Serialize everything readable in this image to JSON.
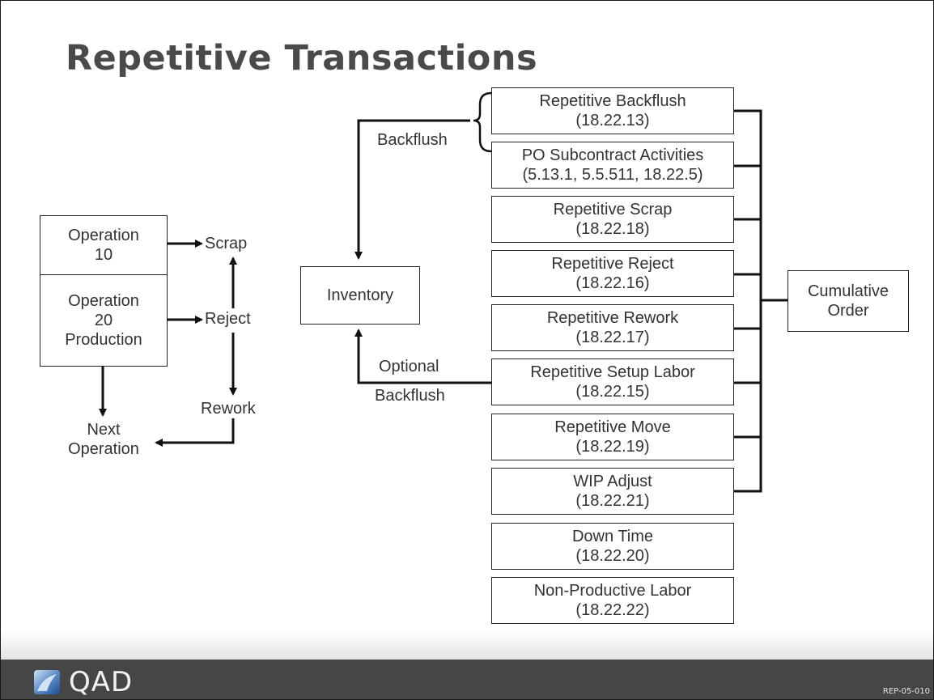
{
  "slide": {
    "title": "Repetitive Transactions",
    "operation_10": [
      "Operation",
      "10"
    ],
    "operation_20": [
      "Operation",
      "20",
      "Production"
    ],
    "scrap": "Scrap",
    "reject": "Reject",
    "rework": "Rework",
    "next_operation": [
      "Next",
      "Operation"
    ],
    "inventory": "Inventory",
    "backflush": "Backflush",
    "optional_backflush": [
      "Optional",
      "Backflush"
    ],
    "cumulative_order": [
      "Cumulative",
      "Order"
    ],
    "transactions": [
      {
        "name": "Repetitive Backflush",
        "code": "(18.22.13)"
      },
      {
        "name": "PO Subcontract Activities",
        "code": "(5.13.1, 5.5.511, 18.22.5)"
      },
      {
        "name": "Repetitive Scrap",
        "code": "(18.22.18)"
      },
      {
        "name": "Repetitive Reject",
        "code": "(18.22.16)"
      },
      {
        "name": "Repetitive Rework",
        "code": "(18.22.17)"
      },
      {
        "name": "Repetitive Setup Labor",
        "code": "(18.22.15)"
      },
      {
        "name": "Repetitive Move",
        "code": "(18.22.19)"
      },
      {
        "name": "WIP Adjust",
        "code": "(18.22.21)"
      },
      {
        "name": "Down Time",
        "code": "(18.22.20)"
      },
      {
        "name": "Non-Productive Labor",
        "code": "(18.22.22)"
      }
    ]
  },
  "footer": {
    "logo_text": "QAD",
    "slide_code": "REP-05-010"
  },
  "colors": {
    "title": "#4a4a4a",
    "footer_bar": "#464646"
  }
}
